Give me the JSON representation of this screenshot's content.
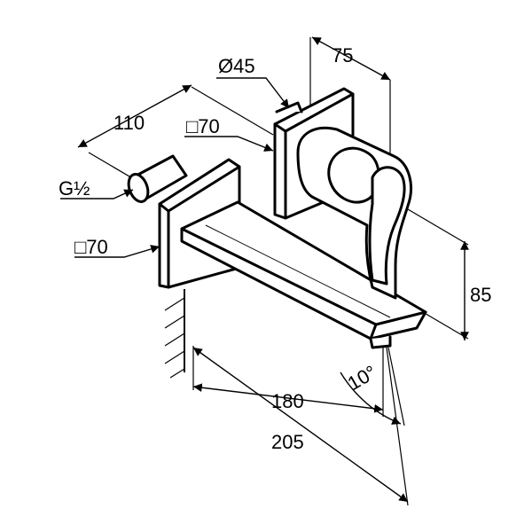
{
  "diagram": {
    "dimensions": {
      "d45": "Ø45",
      "d75": "75",
      "d110": "110",
      "sq70_top": "□70",
      "g_half": "G½",
      "sq70_bottom": "□70",
      "d85": "85",
      "d10deg": "10°",
      "d180": "180",
      "d205": "205"
    }
  }
}
